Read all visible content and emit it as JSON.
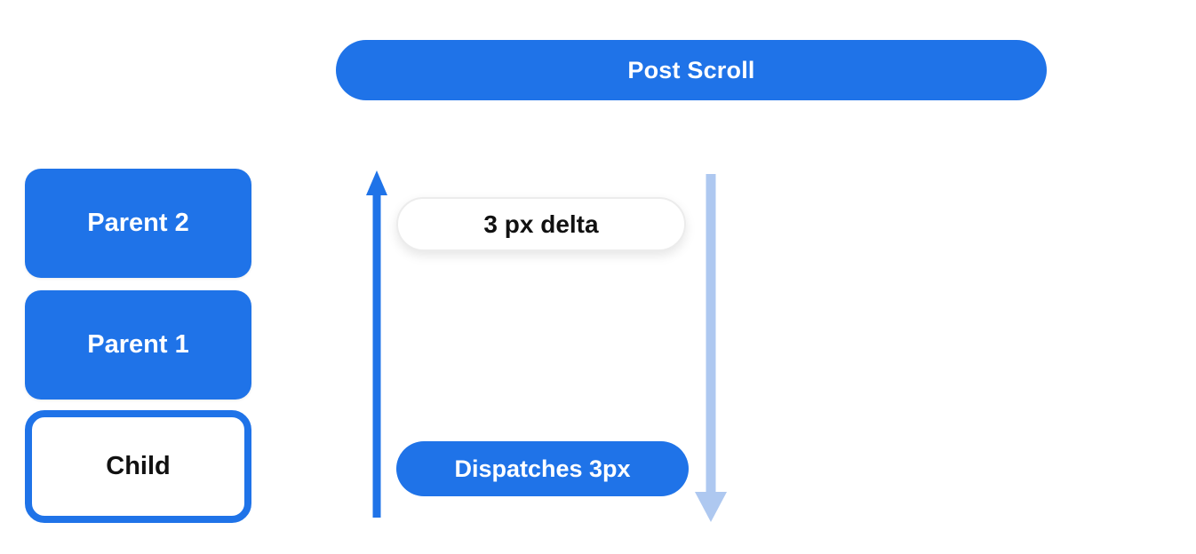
{
  "header": {
    "label": "Post Scroll"
  },
  "stack": {
    "items": [
      {
        "label": "Parent 2",
        "variant": "parent"
      },
      {
        "label": "Parent 1",
        "variant": "parent"
      },
      {
        "label": "Child",
        "variant": "child"
      }
    ]
  },
  "flow": {
    "delta_label": "3 px delta",
    "dispatch_label": "Dispatches 3px",
    "up_arrow_icon": "up-arrow-icon",
    "down_arrow_icon": "down-arrow-icon"
  },
  "colors": {
    "primary_blue": "#1f73e8",
    "light_blue": "#aec8f0",
    "pill_background": "#ffffff",
    "pill_border": "#ececec",
    "text_dark": "#111111",
    "text_light": "#ffffff"
  }
}
